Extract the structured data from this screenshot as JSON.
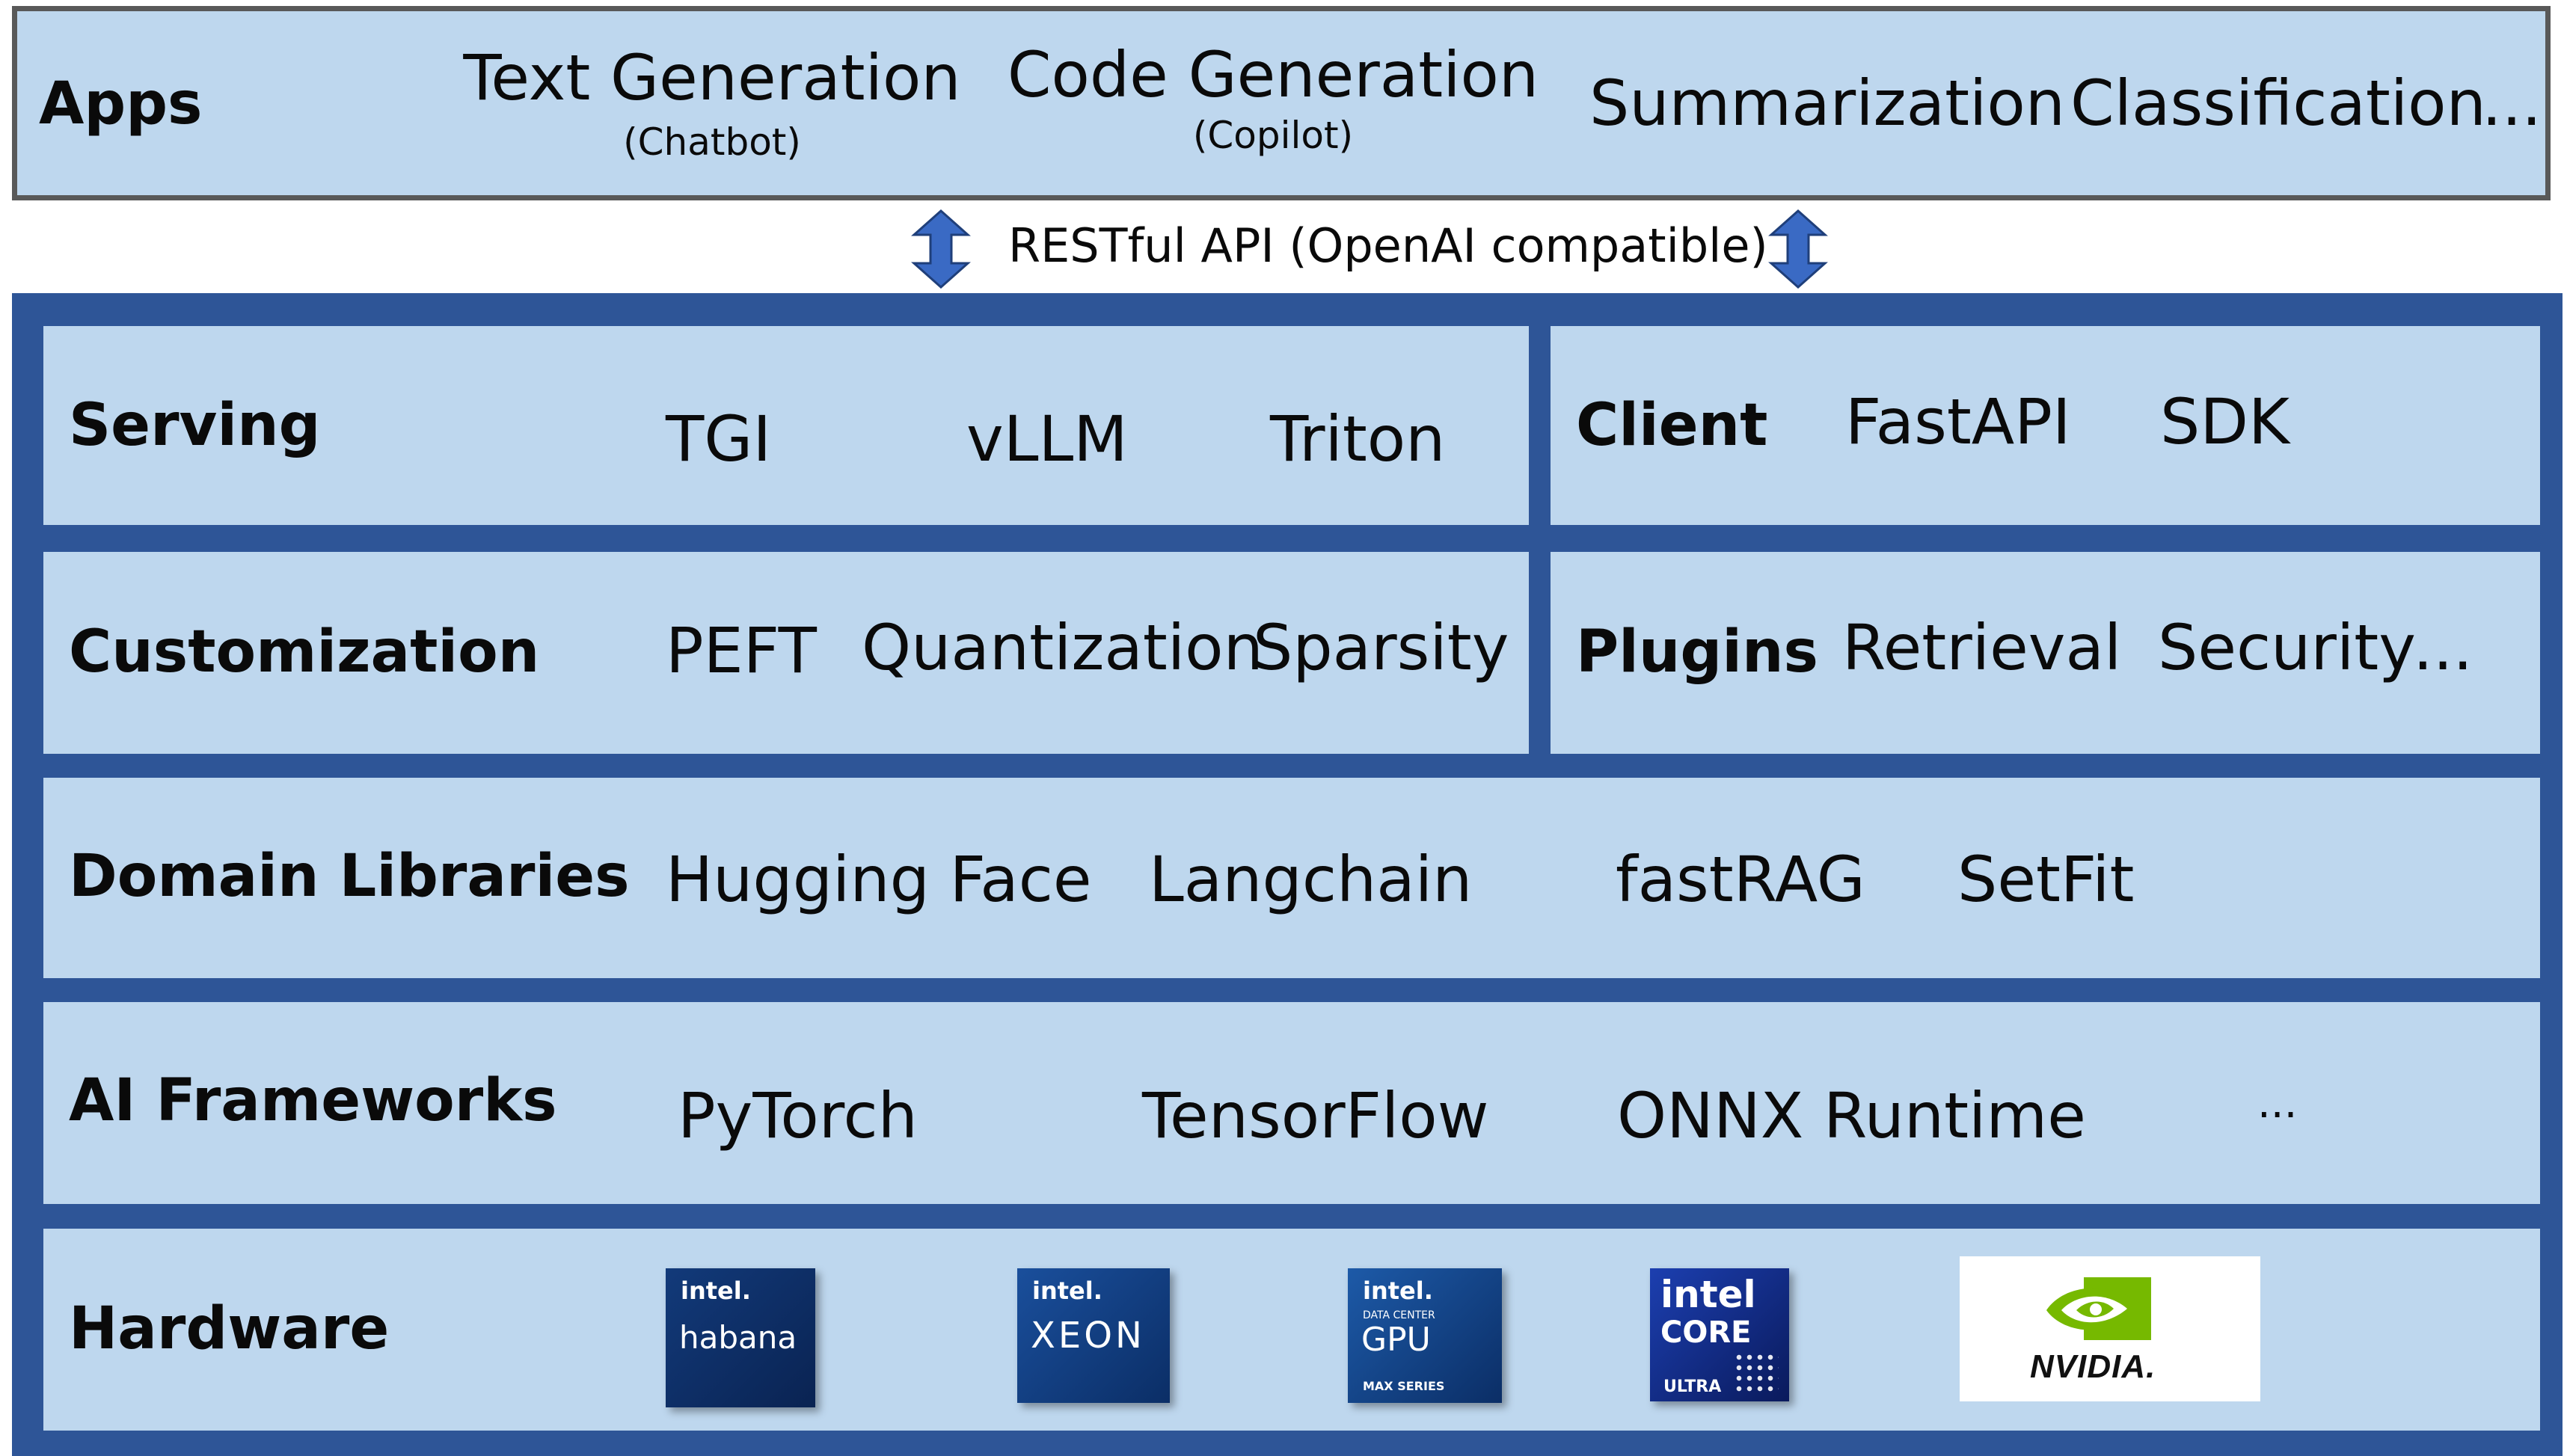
{
  "apps": {
    "label": "Apps",
    "items": [
      {
        "text": "Text Generation",
        "sub": "(Chatbot)"
      },
      {
        "text": "Code Generation",
        "sub": "(Copilot)"
      },
      {
        "text": "Summarization"
      },
      {
        "text": "Classification"
      },
      {
        "text": "..."
      }
    ]
  },
  "api": {
    "label": "RESTful API (OpenAI compatible)"
  },
  "serving": {
    "label": "Serving",
    "items": [
      "TGI",
      "vLLM",
      "Triton"
    ]
  },
  "client": {
    "label": "Client",
    "items": [
      "FastAPI",
      "SDK"
    ]
  },
  "customization": {
    "label": "Customization",
    "items": [
      "PEFT",
      "Quantization",
      "Sparsity"
    ]
  },
  "plugins": {
    "label": "Plugins",
    "items": [
      "Retrieval",
      "Security",
      "..."
    ]
  },
  "domain_libraries": {
    "label": "Domain Libraries",
    "items": [
      "Hugging Face",
      "Langchain",
      "fastRAG",
      "SetFit"
    ]
  },
  "ai_frameworks": {
    "label": "AI Frameworks",
    "items": [
      "PyTorch",
      "TensorFlow",
      "ONNX Runtime",
      "..."
    ]
  },
  "hardware": {
    "label": "Hardware",
    "logos": {
      "habana": {
        "brand": "intel.",
        "name": "habana"
      },
      "xeon": {
        "brand": "intel.",
        "name": "XEON"
      },
      "gpu": {
        "brand": "intel.",
        "line": "DATA CENTER",
        "name": "GPU",
        "series": "MAX SERIES"
      },
      "core": {
        "brand": "intel",
        "name": "CORE",
        "series": "ULTRA"
      },
      "nvidia": {
        "name": "NVIDIA."
      }
    }
  },
  "colors": {
    "panel": "#bed7ee",
    "frame": "#2e5597",
    "apps_border": "#595959",
    "arrow": "#3a6ac4"
  }
}
